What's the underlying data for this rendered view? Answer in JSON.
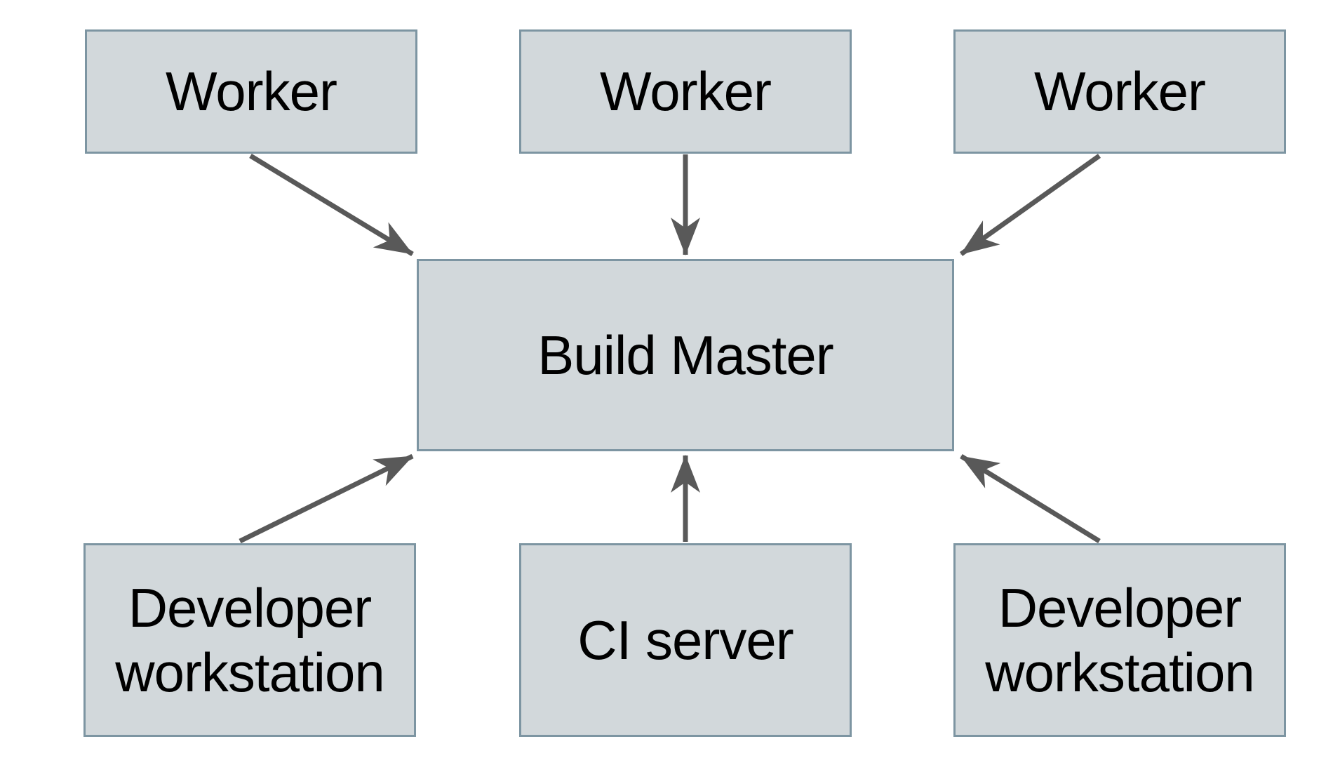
{
  "diagram": {
    "type": "architecture-diagram",
    "nodes": [
      {
        "id": "worker-1",
        "label": "Worker"
      },
      {
        "id": "worker-2",
        "label": "Worker"
      },
      {
        "id": "worker-3",
        "label": "Worker"
      },
      {
        "id": "build-master",
        "label": "Build Master"
      },
      {
        "id": "developer-workstation-1",
        "label": "Developer workstation"
      },
      {
        "id": "ci-server",
        "label": "CI server"
      },
      {
        "id": "developer-workstation-2",
        "label": "Developer workstation"
      }
    ],
    "edges": [
      {
        "from": "worker-1",
        "to": "build-master",
        "direction": "down"
      },
      {
        "from": "worker-2",
        "to": "build-master",
        "direction": "down"
      },
      {
        "from": "worker-3",
        "to": "build-master",
        "direction": "down"
      },
      {
        "from": "developer-workstation-1",
        "to": "build-master",
        "direction": "up"
      },
      {
        "from": "ci-server",
        "to": "build-master",
        "direction": "up"
      },
      {
        "from": "developer-workstation-2",
        "to": "build-master",
        "direction": "up"
      }
    ],
    "colors": {
      "background": "#ffffff",
      "node_fill": "#d2d8db",
      "node_border": "#7d95a2",
      "arrow": "#595959",
      "text": "#000000"
    }
  }
}
